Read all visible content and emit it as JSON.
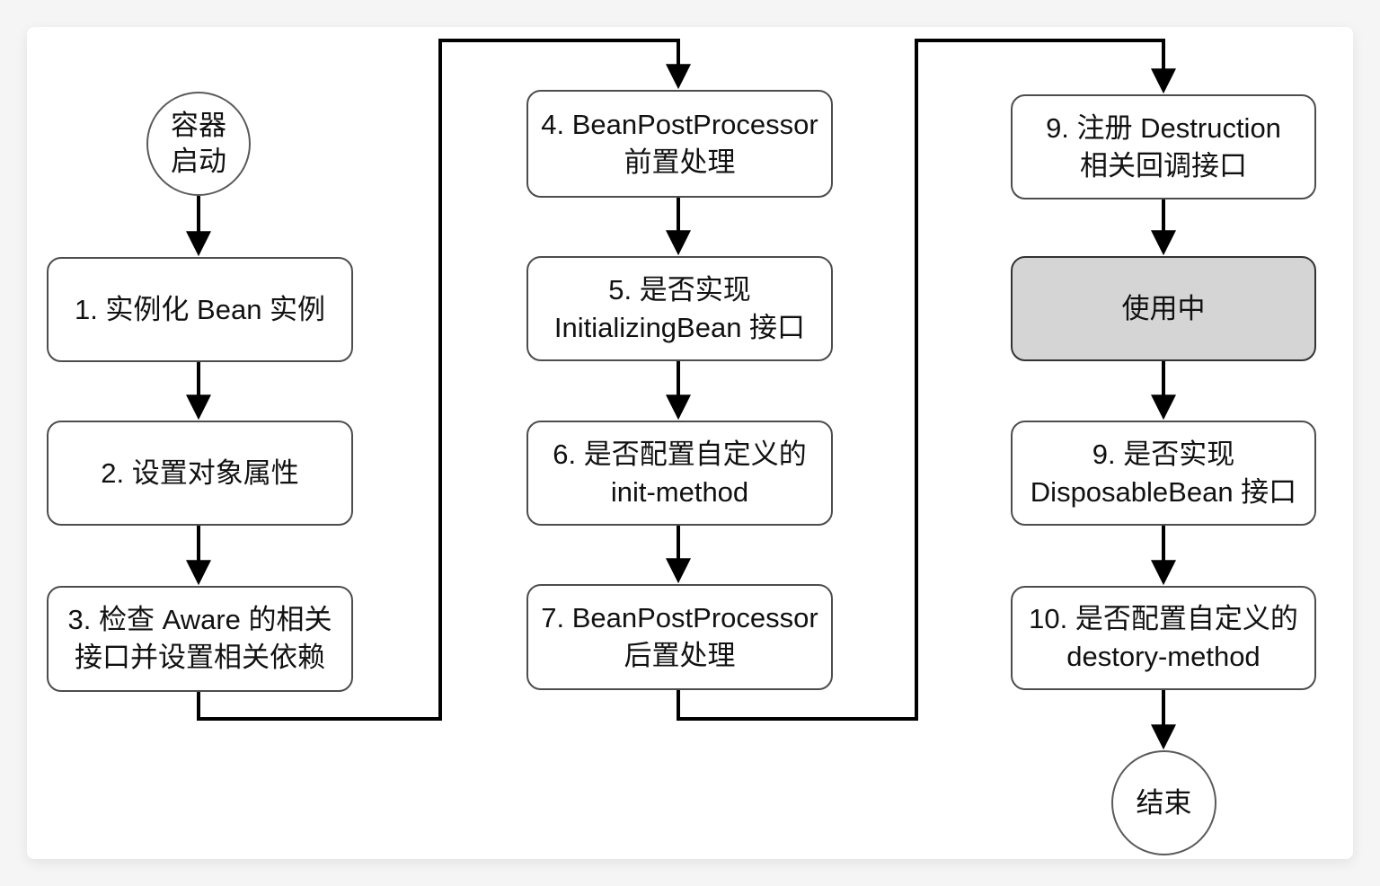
{
  "diagram_type": "flowchart",
  "language": "zh-CN",
  "colors": {
    "page_background": "#f5f5f6",
    "card_background": "#ffffff",
    "node_border": "#4d4d4d",
    "node_fill": "#ffffff",
    "active_node_fill": "#d5d5d5",
    "arrow": "#000000",
    "text": "#111111"
  },
  "nodes": {
    "start": {
      "shape": "circle",
      "lines": [
        "容器",
        "启动"
      ]
    },
    "n1": {
      "shape": "box",
      "lines": [
        "1. 实例化 Bean 实例"
      ]
    },
    "n2": {
      "shape": "box",
      "lines": [
        "2. 设置对象属性"
      ]
    },
    "n3": {
      "shape": "box",
      "lines": [
        "3. 检查 Aware 的相关",
        "接口并设置相关依赖"
      ]
    },
    "n4": {
      "shape": "box",
      "lines": [
        "4. BeanPostProcessor",
        "前置处理"
      ]
    },
    "n5": {
      "shape": "box",
      "lines": [
        "5. 是否实现",
        "InitializingBean 接口"
      ]
    },
    "n6": {
      "shape": "box",
      "lines": [
        "6. 是否配置自定义的",
        "init-method"
      ]
    },
    "n7": {
      "shape": "box",
      "lines": [
        "7. BeanPostProcessor",
        "后置处理"
      ]
    },
    "n8": {
      "shape": "box",
      "lines": [
        "9. 注册 Destruction",
        "相关回调接口"
      ]
    },
    "inUse": {
      "shape": "box",
      "highlighted": true,
      "lines": [
        "使用中"
      ]
    },
    "n9": {
      "shape": "box",
      "lines": [
        "9. 是否实现",
        "DisposableBean 接口"
      ]
    },
    "n10": {
      "shape": "box",
      "lines": [
        "10. 是否配置自定义的",
        "destory-method"
      ]
    },
    "end": {
      "shape": "circle",
      "lines": [
        "结束"
      ]
    }
  },
  "edges": [
    "start->n1",
    "n1->n2",
    "n2->n3",
    "n3->n4",
    "n4->n5",
    "n5->n6",
    "n6->n7",
    "n7->n8",
    "n8->inUse",
    "inUse->n9",
    "n9->n10",
    "n10->end"
  ]
}
